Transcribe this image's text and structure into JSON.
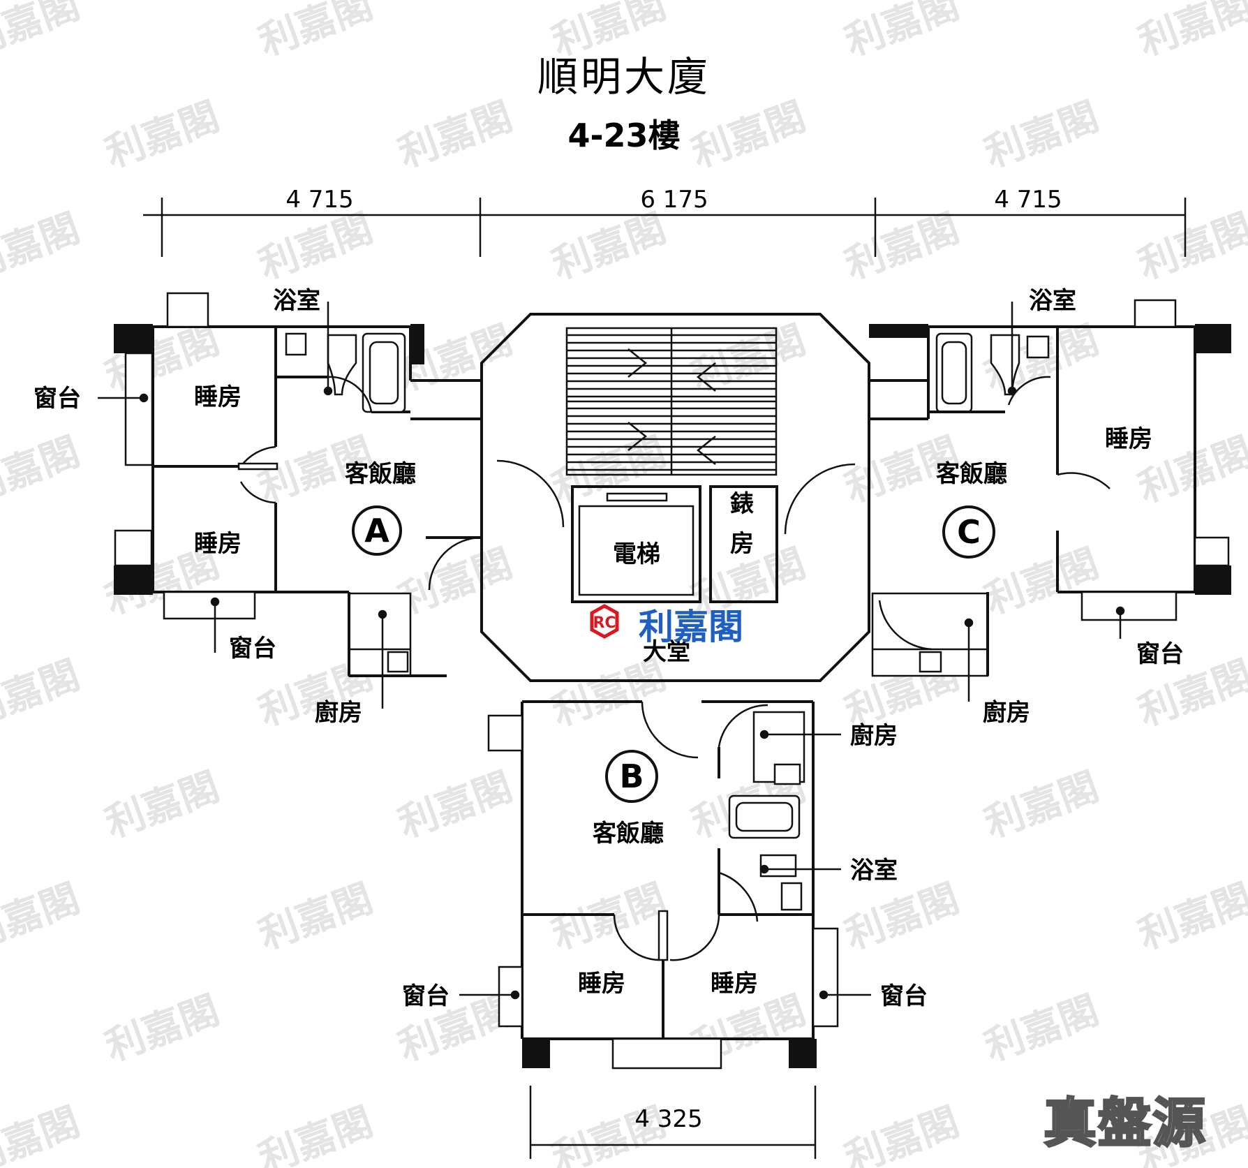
{
  "title": "順明大廈",
  "subtitle": "4-23樓",
  "dimensions": {
    "top_left": "4 715",
    "top_middle": "6 175",
    "top_right": "4 715",
    "bottom": "4 325"
  },
  "units": {
    "a": "A",
    "b": "B",
    "c": "C"
  },
  "rooms": {
    "bedroom": "睡房",
    "living_dining": "客飯廳",
    "bathroom": "浴室",
    "kitchen": "廚房",
    "bay_window": "窗台",
    "lift": "電梯",
    "lobby": "大堂",
    "meter_room_l1": "錶",
    "meter_room_l2": "房"
  },
  "watermark": {
    "brand": "利嘉閣",
    "logo_letters": "RC"
  },
  "stamp": "真盤源",
  "colors": {
    "ink": "#111111",
    "brand_red": "#d71920",
    "brand_blue": "#1f5fbf",
    "watermark": "#e4e4e4",
    "stamp_fill": "#e9ecef"
  }
}
